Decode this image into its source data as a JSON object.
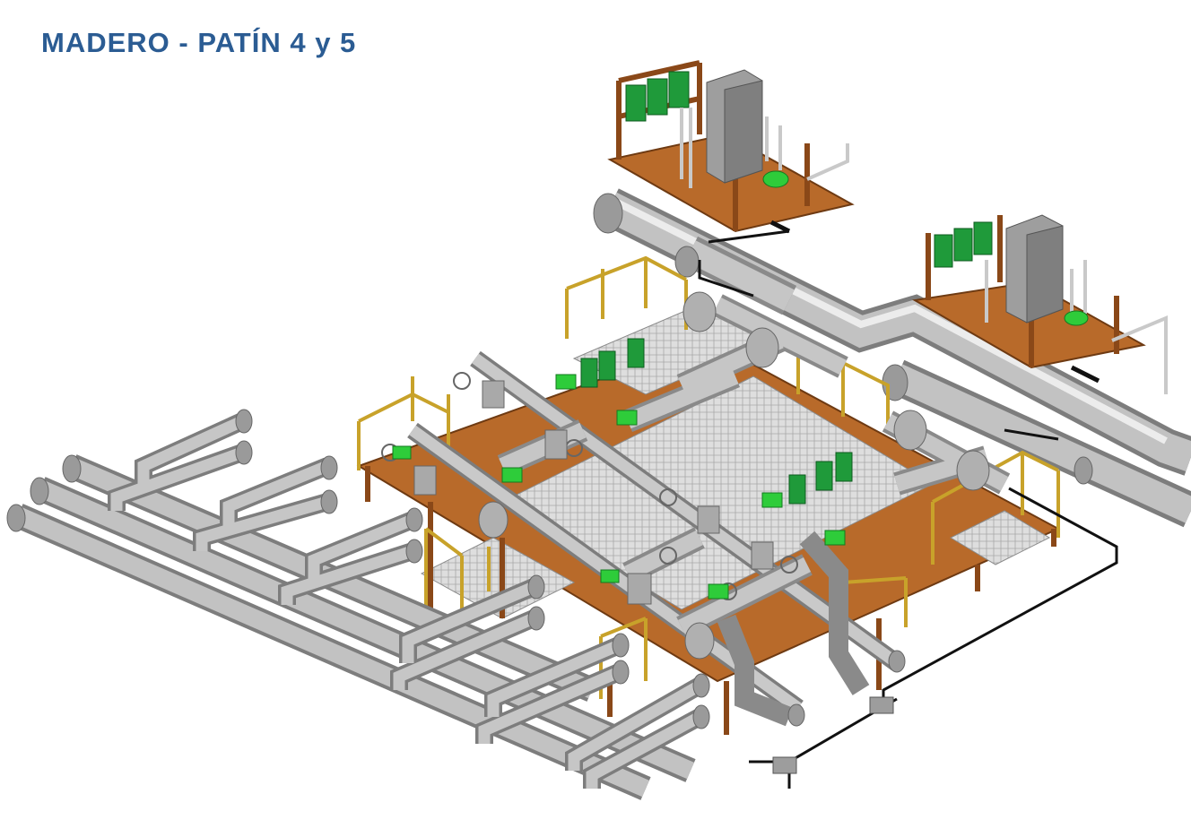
{
  "title": "MADERO - PATÍN 4 y 5",
  "colors": {
    "title": "#2b5c93",
    "pipe": "#b4b4b4",
    "pipe_shade": "#8a8a8a",
    "pipe_highlight": "#e6e6e6",
    "structure": "#a85a1e",
    "structure_dark": "#6e3a12",
    "handrail": "#c8a22a",
    "grating": "#dcdcdc",
    "grating_line": "#9a9a9a",
    "actuator": "#2ecc3a",
    "panel": "#1f9a3a",
    "cabinet": "#9e9e9e",
    "cable": "#111111"
  },
  "icons": [
    "pipe-header",
    "valve-handwheel",
    "valve-actuator",
    "instrument-panel",
    "analyzer-cabinet",
    "steel-skid",
    "handrail",
    "grating-platform",
    "cable-tray",
    "foundation-block"
  ]
}
